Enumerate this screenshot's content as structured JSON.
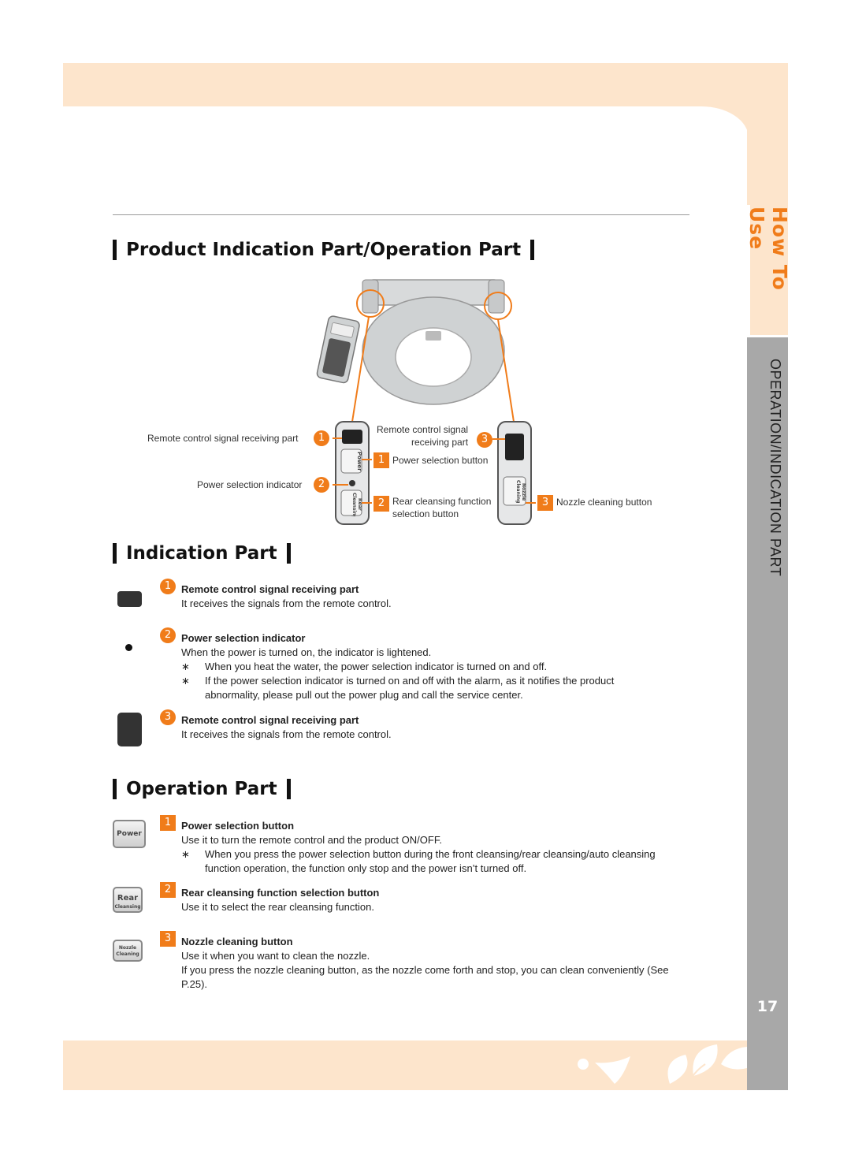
{
  "sidebar": {
    "tab_title": "How To Use",
    "section_title": "OPERATION/INDICATION PART",
    "page_number": "17"
  },
  "section_product": {
    "heading": "Product Indication Part/Operation Part",
    "diagram": {
      "left_callouts": [
        {
          "num": "1",
          "label": "Remote control signal receiving part"
        },
        {
          "num": "2",
          "label": "Power selection indicator"
        }
      ],
      "middle_callouts": [
        {
          "num": "3",
          "label_line1": "Remote control signal",
          "label_line2": "receiving part"
        },
        {
          "num": "1",
          "label": "Power selection button"
        },
        {
          "num": "2",
          "label_line1": "Rear cleansing function",
          "label_line2": "selection button"
        }
      ],
      "right_callouts": [
        {
          "num": "3",
          "label": "Nozzle cleaning button"
        }
      ],
      "panel_left_buttons": [
        "Power",
        "Rear Cleansing"
      ],
      "panel_right_buttons": [
        "Nozzle Cleaning"
      ]
    }
  },
  "section_indication": {
    "heading": "Indication Part",
    "items": [
      {
        "num": "1",
        "title": "Remote control signal receiving part",
        "body": "It receives the signals from the remote control.",
        "notes": []
      },
      {
        "num": "2",
        "title": "Power selection indicator",
        "body": "When the power is turned on, the indicator is lightened.",
        "notes": [
          {
            "mark": "∗",
            "text": "When you heat the water, the power selection indicator is turned on and off."
          },
          {
            "mark": "∗",
            "text": "If the power selection indicator is turned on and off with the alarm, as it notifies the product abnormality, please pull out the power plug and call the service center."
          }
        ]
      },
      {
        "num": "3",
        "title": "Remote control signal receiving part",
        "body": "It receives the signals from the remote control.",
        "notes": []
      }
    ]
  },
  "section_operation": {
    "heading": "Operation Part",
    "items": [
      {
        "num": "1",
        "icon_text": "Power",
        "title": "Power selection button",
        "body": "Use it to turn the remote control and the product ON/OFF.",
        "notes": [
          {
            "mark": "∗",
            "text": "When you press the power selection button during the front cleansing/rear cleansing/auto cleansing function operation, the function only stop and the power isn’t turned off."
          }
        ]
      },
      {
        "num": "2",
        "icon_text_1": "Rear",
        "icon_text_2": "Cleansing",
        "title": "Rear cleansing function selection button",
        "body": "Use it to select the rear cleansing function.",
        "notes": []
      },
      {
        "num": "3",
        "icon_text_1": "Nozzle",
        "icon_text_2": "Cleaning",
        "title": "Nozzle cleaning button",
        "body": "Use it when you want to clean the nozzle.",
        "body2": "If you press the nozzle cleaning button, as the nozzle come forth and stop, you can clean conveniently (See P.25).",
        "notes": []
      }
    ]
  },
  "colors": {
    "accent": "#f07c1a",
    "band": "#fde5cc",
    "sidebar_gray": "#a8a8a8"
  }
}
